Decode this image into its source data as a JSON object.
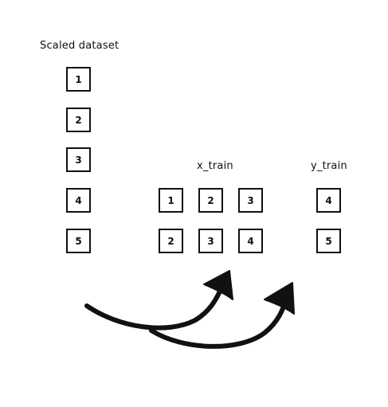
{
  "labels": {
    "scaled_dataset": "Scaled dataset",
    "x_train": "x_train",
    "y_train": "y_train"
  },
  "scaled_dataset": [
    "1",
    "2",
    "3",
    "4",
    "5"
  ],
  "x_train": [
    [
      "1",
      "2",
      "3"
    ],
    [
      "2",
      "3",
      "4"
    ]
  ],
  "y_train": [
    "4",
    "5"
  ],
  "colors": {
    "stroke": "#111111",
    "background": "#ffffff"
  }
}
